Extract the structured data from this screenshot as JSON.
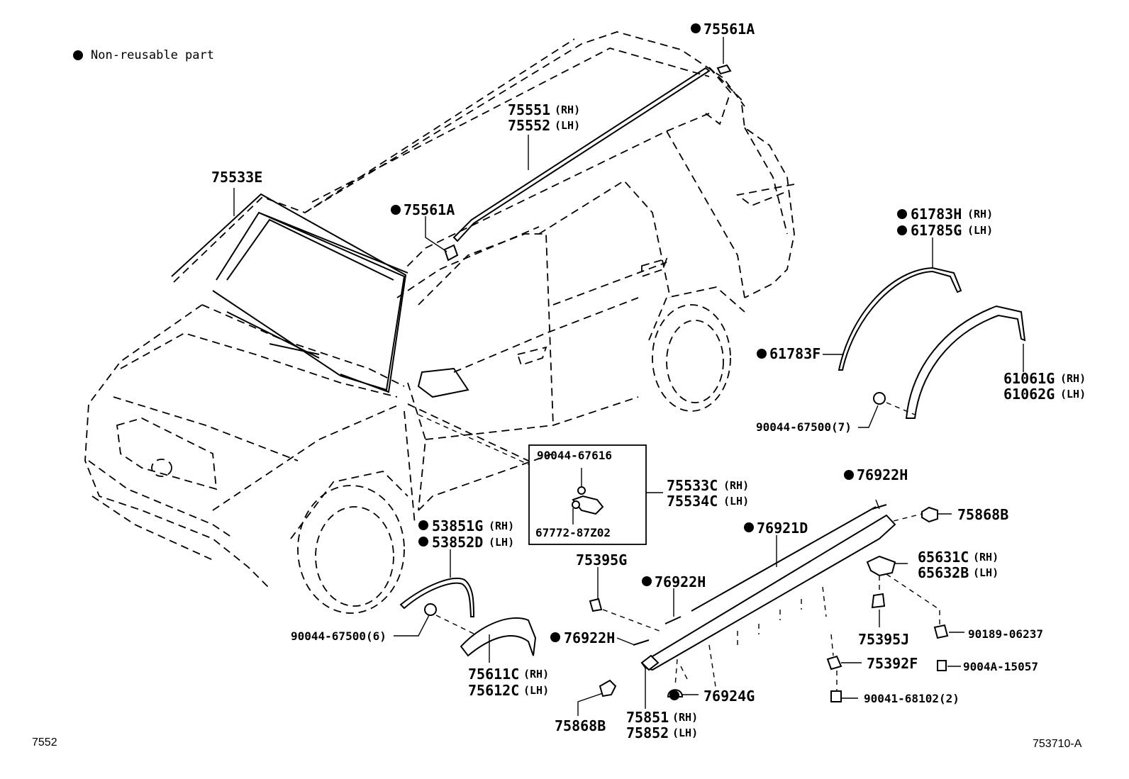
{
  "legend": {
    "text": "Non-reusable part"
  },
  "footer": {
    "left_code": "7552",
    "right_code": "753710-A"
  },
  "parts": {
    "p75561A_top": "75561A",
    "p75561A_roof": "75561A",
    "p75551": "75551",
    "p75551_side": "(RH)",
    "p75552": "75552",
    "p75552_side": "(LH)",
    "p75533E": "75533E",
    "p61783H": "61783H",
    "p61783H_side": "(RH)",
    "p61785G": "61785G",
    "p61785G_side": "(LH)",
    "p61783F": "61783F",
    "p61061G": "61061G",
    "p61061G_side": "(RH)",
    "p61062G": "61062G",
    "p61062G_side": "(LH)",
    "p90044_67500_7": "90044-67500(7)",
    "p90044_67616": "90044-67616",
    "p67772_87Z02": "67772-87Z02",
    "p75533C": "75533C",
    "p75533C_side": "(RH)",
    "p75534C": "75534C",
    "p75534C_side": "(LH)",
    "p76922H_a": "76922H",
    "p75868B_a": "75868B",
    "p76921D": "76921D",
    "p65631C": "65631C",
    "p65631C_side": "(RH)",
    "p65632B": "65632B",
    "p65632B_side": "(LH)",
    "p53851G": "53851G",
    "p53851G_side": "(RH)",
    "p53852D": "53852D",
    "p53852D_side": "(LH)",
    "p75395G": "75395G",
    "p76922H_b": "76922H",
    "p76922H_c": "76922H",
    "p90044_67500_6": "90044-67500(6)",
    "p75611C": "75611C",
    "p75611C_side": "(RH)",
    "p75612C": "75612C",
    "p75612C_side": "(LH)",
    "p75395J": "75395J",
    "p90189_06237": "90189-06237",
    "p9004A_15057": "9004A-15057",
    "p75392F": "75392F",
    "p76924G": "76924G",
    "p90041_68102": "90041-68102(2)",
    "p75868B_b": "75868B",
    "p75851": "75851",
    "p75851_side": "(RH)",
    "p75852": "75852",
    "p75852_side": "(LH)"
  }
}
